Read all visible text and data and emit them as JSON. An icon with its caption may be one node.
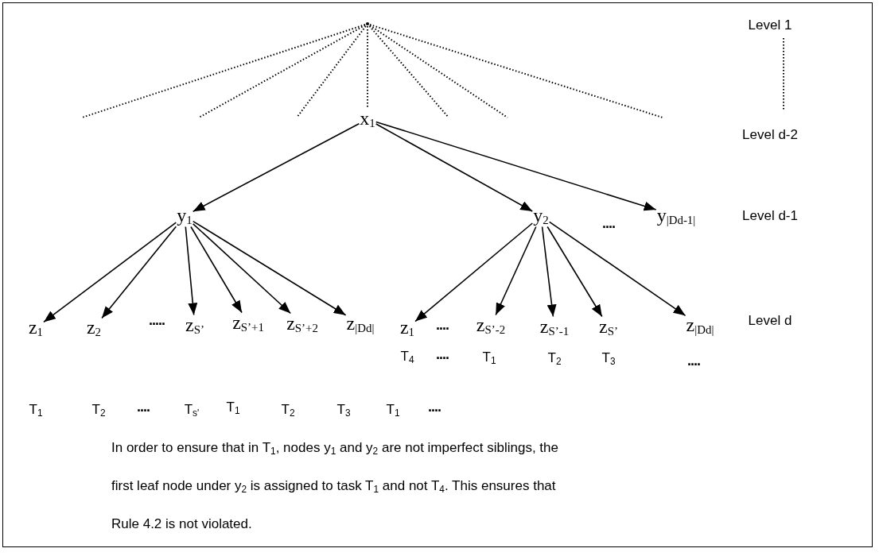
{
  "diagram": {
    "nodes": [
      {
        "text": [],
        "shape": "dot"
      },
      {
        "text": [
          "x$_{1}$"
        ]
      },
      {
        "text": [
          "y$_{1}$"
        ]
      },
      {
        "text": [
          "y$_{2}$"
        ]
      },
      {
        "text": [
          "y$_{|Dd-1|}$"
        ]
      },
      {
        "text": [
          "z$_{1}$"
        ]
      },
      {
        "text": [
          "z$_{2}$"
        ]
      },
      {
        "text": [
          "z$_{S’}$"
        ]
      },
      {
        "text": [
          "z$_{S’+1}$"
        ]
      },
      {
        "text": [
          "z$_{S’+2}$"
        ]
      },
      {
        "text": [
          "z$_{|Dd|}$"
        ]
      },
      {
        "text": [
          "z$_{1}$"
        ]
      },
      {
        "text": [
          "z$_{S’-2}$"
        ]
      },
      {
        "text": [
          "z$_{S’-1}$"
        ]
      },
      {
        "text": [
          "z$_{S’}$"
        ]
      },
      {
        "text": [
          "z$_{|Dd|}$"
        ]
      }
    ],
    "edges": [
      {
        "from": 0,
        "to": null,
        "arrow": "none",
        "style": "dashed"
      },
      {
        "from": 0,
        "to": null,
        "arrow": "none",
        "style": "dashed"
      },
      {
        "from": 0,
        "to": null,
        "arrow": "none",
        "style": "dashed"
      },
      {
        "from": 0,
        "to": 1,
        "arrow": "none",
        "style": "dashed"
      },
      {
        "from": 0,
        "to": null,
        "arrow": "none",
        "style": "dashed"
      },
      {
        "from": 0,
        "to": null,
        "arrow": "none",
        "style": "dashed"
      },
      {
        "from": 0,
        "to": null,
        "arrow": "none",
        "style": "dashed"
      },
      {
        "from": 1,
        "to": 2,
        "arrow": "to"
      },
      {
        "from": 1,
        "to": 3,
        "arrow": "to"
      },
      {
        "from": 1,
        "to": 4,
        "arrow": "to"
      },
      {
        "from": 2,
        "to": 5,
        "arrow": "to"
      },
      {
        "from": 2,
        "to": 6,
        "arrow": "to"
      },
      {
        "from": 2,
        "to": 7,
        "arrow": "to"
      },
      {
        "from": 2,
        "to": 8,
        "arrow": "to"
      },
      {
        "from": 2,
        "to": 9,
        "arrow": "to"
      },
      {
        "from": 2,
        "to": 10,
        "arrow": "to"
      },
      {
        "from": 3,
        "to": 11,
        "arrow": "to"
      },
      {
        "from": 3,
        "to": 12,
        "arrow": "to"
      },
      {
        "from": 3,
        "to": 13,
        "arrow": "to"
      },
      {
        "from": 3,
        "to": 14,
        "arrow": "to"
      },
      {
        "from": 3,
        "to": 15,
        "arrow": "to"
      }
    ],
    "labels": [
      "Level 1",
      "Level d-2",
      "....",
      "Level d-1",
      ".....",
      "....",
      "Level d",
      "T$_{4}$",
      "....",
      "T$_{1}$",
      "T$_{2}$",
      "T$_{3}$",
      "....",
      "T$_{1}$",
      "T$_{2}$",
      "....",
      "T$_{s'}$",
      "T$_{1}$",
      "T$_{2}$",
      "T$_{3}$",
      "T$_{1}$",
      "....",
      "In order to ensure that in T$_{1}$, nodes y$_{1}$ and y$_{2}$ are not imperfect siblings, the first leaf node under y$_{2}$ is assigned to task T$_{1}$ and not T$_{4}$. This ensures that Rule 4.2 is not violated."
    ]
  }
}
